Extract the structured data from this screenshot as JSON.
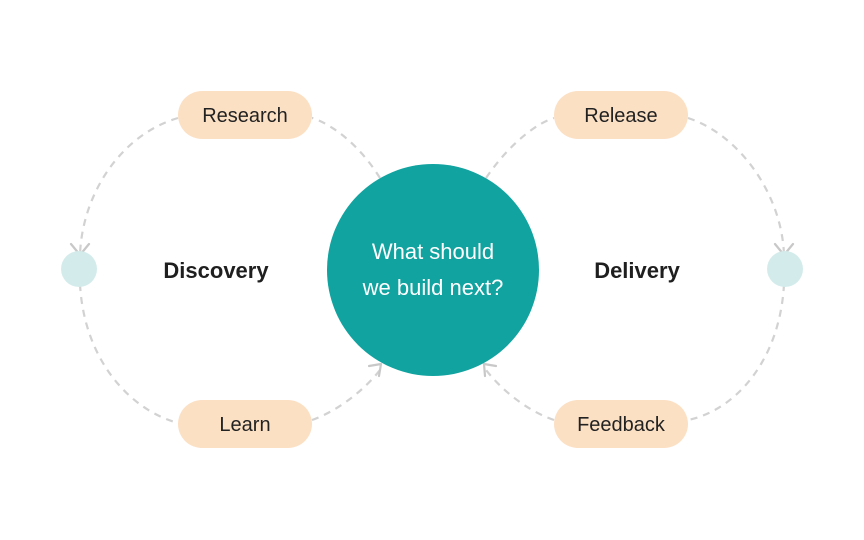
{
  "center": {
    "line1": "What should",
    "line2": "we build next?"
  },
  "phases": {
    "left": "Discovery",
    "right": "Delivery"
  },
  "steps": {
    "research": "Research",
    "learn": "Learn",
    "release": "Release",
    "feedback": "Feedback"
  },
  "colors": {
    "hub": "#10a3a0",
    "pill": "#fce0c4",
    "dot": "#d3eceb",
    "connector": "#d2d2d2"
  }
}
